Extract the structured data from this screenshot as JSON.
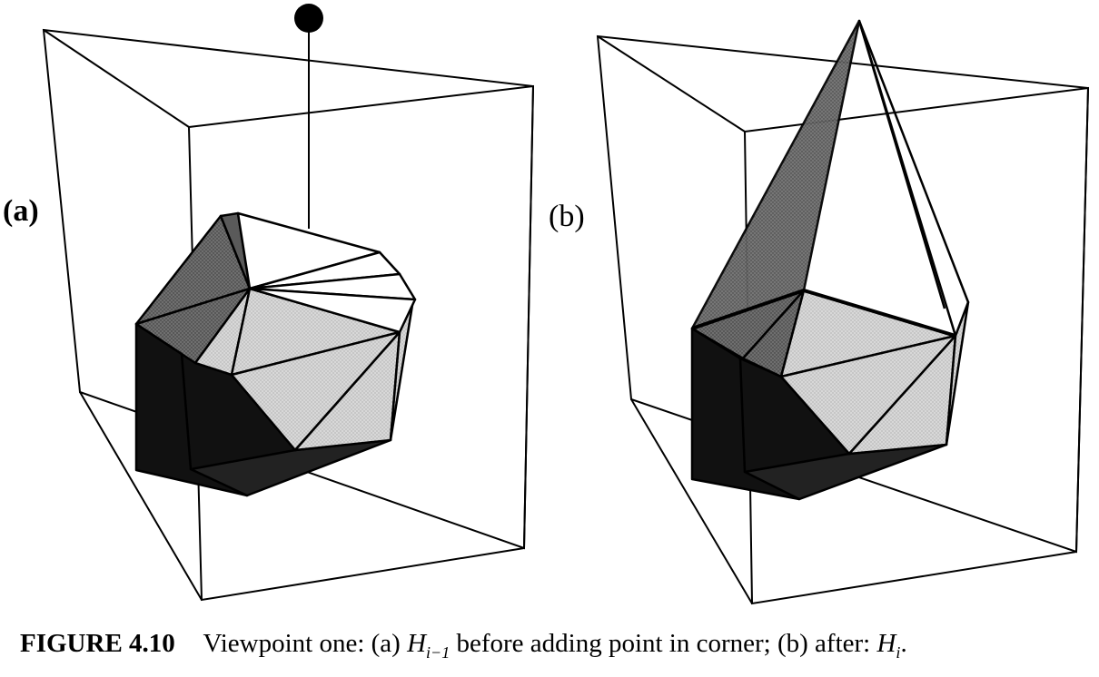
{
  "figure": {
    "panel_a_label": "(a)",
    "panel_b_label": "(b)"
  },
  "caption": {
    "number": "FIGURE 4.10",
    "text_1": "Viewpoint one: (a)",
    "math_1_base": "H",
    "math_1_sub": "i−1",
    "text_2": "before adding point in corner; (b) after:",
    "math_2_base": "H",
    "math_2_sub": "i",
    "text_3": "."
  },
  "colors": {
    "edge": "#000000",
    "dark_face": "#111111",
    "mid_face": "#777777",
    "light_face": "#d4d4d4",
    "white_face": "#ffffff"
  }
}
